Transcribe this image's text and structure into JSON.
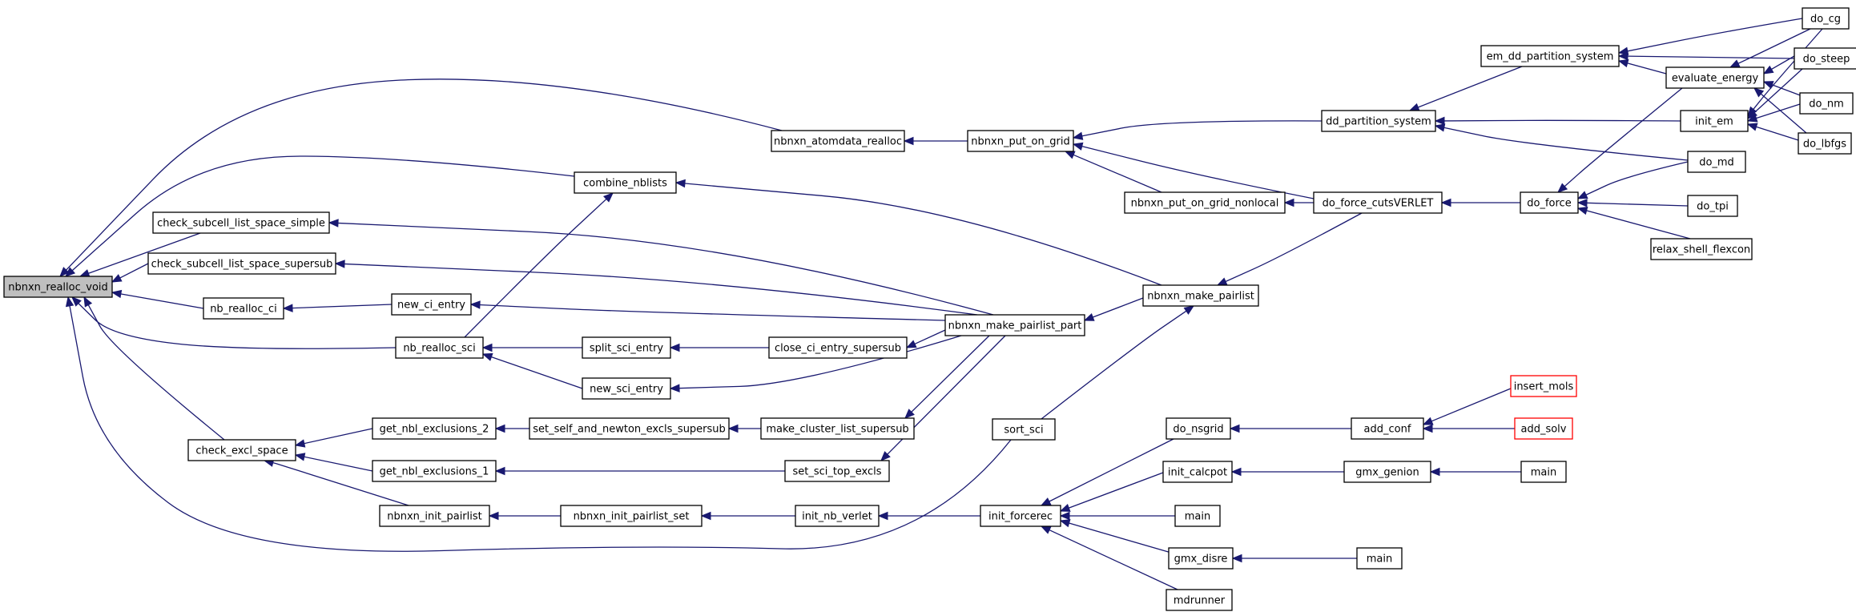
{
  "graph": {
    "nodes": [
      {
        "id": "nbnxn_realloc_void",
        "label": "nbnxn_realloc_void",
        "highlight": true
      },
      {
        "id": "nbnxn_atomdata_realloc",
        "label": "nbnxn_atomdata_realloc"
      },
      {
        "id": "combine_nblists",
        "label": "combine_nblists"
      },
      {
        "id": "check_subcell_list_space_simple",
        "label": "check_subcell_list_space_simple"
      },
      {
        "id": "check_subcell_list_space_supersub",
        "label": "check_subcell_list_space_supersub"
      },
      {
        "id": "nb_realloc_ci",
        "label": "nb_realloc_ci"
      },
      {
        "id": "nb_realloc_sci",
        "label": "nb_realloc_sci"
      },
      {
        "id": "check_excl_space",
        "label": "check_excl_space"
      },
      {
        "id": "new_ci_entry",
        "label": "new_ci_entry"
      },
      {
        "id": "split_sci_entry",
        "label": "split_sci_entry"
      },
      {
        "id": "new_sci_entry",
        "label": "new_sci_entry"
      },
      {
        "id": "close_ci_entry_supersub",
        "label": "close_ci_entry_supersub"
      },
      {
        "id": "get_nbl_exclusions_2",
        "label": "get_nbl_exclusions_2"
      },
      {
        "id": "get_nbl_exclusions_1",
        "label": "get_nbl_exclusions_1"
      },
      {
        "id": "nbnxn_init_pairlist",
        "label": "nbnxn_init_pairlist"
      },
      {
        "id": "set_self_and_newton_excls_supersub",
        "label": "set_self_and_newton_excls_supersub"
      },
      {
        "id": "make_cluster_list_supersub",
        "label": "make_cluster_list_supersub"
      },
      {
        "id": "set_sci_top_excls",
        "label": "set_sci_top_excls"
      },
      {
        "id": "nbnxn_init_pairlist_set",
        "label": "nbnxn_init_pairlist_set"
      },
      {
        "id": "init_nb_verlet",
        "label": "init_nb_verlet"
      },
      {
        "id": "nbnxn_make_pairlist_part",
        "label": "nbnxn_make_pairlist_part"
      },
      {
        "id": "nbnxn_put_on_grid",
        "label": "nbnxn_put_on_grid"
      },
      {
        "id": "nbnxn_put_on_grid_nonlocal",
        "label": "nbnxn_put_on_grid_nonlocal"
      },
      {
        "id": "nbnxn_make_pairlist",
        "label": "nbnxn_make_pairlist"
      },
      {
        "id": "sort_sci",
        "label": "sort_sci"
      },
      {
        "id": "init_forcerec",
        "label": "init_forcerec"
      },
      {
        "id": "dd_partition_system",
        "label": "dd_partition_system"
      },
      {
        "id": "do_force_cutsVERLET",
        "label": "do_force_cutsVERLET"
      },
      {
        "id": "em_dd_partition_system",
        "label": "em_dd_partition_system"
      },
      {
        "id": "do_force",
        "label": "do_force"
      },
      {
        "id": "evaluate_energy",
        "label": "evaluate_energy"
      },
      {
        "id": "init_em",
        "label": "init_em"
      },
      {
        "id": "do_md",
        "label": "do_md"
      },
      {
        "id": "do_tpi",
        "label": "do_tpi"
      },
      {
        "id": "relax_shell_flexcon",
        "label": "relax_shell_flexcon"
      },
      {
        "id": "do_cg",
        "label": "do_cg"
      },
      {
        "id": "do_steep",
        "label": "do_steep"
      },
      {
        "id": "do_nm",
        "label": "do_nm"
      },
      {
        "id": "do_lbfgs",
        "label": "do_lbfgs"
      },
      {
        "id": "do_nsgrid",
        "label": "do_nsgrid"
      },
      {
        "id": "init_calcpot",
        "label": "init_calcpot"
      },
      {
        "id": "main_a",
        "label": "main"
      },
      {
        "id": "gmx_disre",
        "label": "gmx_disre"
      },
      {
        "id": "mdrunner",
        "label": "mdrunner"
      },
      {
        "id": "add_conf",
        "label": "add_conf"
      },
      {
        "id": "gmx_genion",
        "label": "gmx_genion"
      },
      {
        "id": "main_b",
        "label": "main"
      },
      {
        "id": "main_c",
        "label": "main"
      },
      {
        "id": "insert_mols",
        "label": "insert_mols",
        "truncated": true
      },
      {
        "id": "add_solv",
        "label": "add_solv",
        "truncated": true
      }
    ],
    "edges": [
      {
        "from": "nbnxn_atomdata_realloc",
        "to": "nbnxn_realloc_void"
      },
      {
        "from": "combine_nblists",
        "to": "nbnxn_realloc_void"
      },
      {
        "from": "check_subcell_list_space_simple",
        "to": "nbnxn_realloc_void"
      },
      {
        "from": "check_subcell_list_space_supersub",
        "to": "nbnxn_realloc_void"
      },
      {
        "from": "nb_realloc_ci",
        "to": "nbnxn_realloc_void"
      },
      {
        "from": "nb_realloc_sci",
        "to": "nbnxn_realloc_void"
      },
      {
        "from": "check_excl_space",
        "to": "nbnxn_realloc_void"
      },
      {
        "from": "sort_sci",
        "to": "nbnxn_realloc_void"
      },
      {
        "from": "nbnxn_put_on_grid",
        "to": "nbnxn_atomdata_realloc"
      },
      {
        "from": "nbnxn_make_pairlist",
        "to": "combine_nblists"
      },
      {
        "from": "nbnxn_make_pairlist_part",
        "to": "check_subcell_list_space_simple"
      },
      {
        "from": "nbnxn_make_pairlist_part",
        "to": "check_subcell_list_space_supersub"
      },
      {
        "from": "new_ci_entry",
        "to": "nb_realloc_ci"
      },
      {
        "from": "nbnxn_make_pairlist_part",
        "to": "new_ci_entry"
      },
      {
        "from": "split_sci_entry",
        "to": "nb_realloc_sci"
      },
      {
        "from": "new_sci_entry",
        "to": "nb_realloc_sci"
      },
      {
        "from": "nb_realloc_sci",
        "to": "combine_nblists"
      },
      {
        "from": "close_ci_entry_supersub",
        "to": "split_sci_entry"
      },
      {
        "from": "nbnxn_make_pairlist_part",
        "to": "close_ci_entry_supersub"
      },
      {
        "from": "nbnxn_make_pairlist_part",
        "to": "new_sci_entry"
      },
      {
        "from": "get_nbl_exclusions_2",
        "to": "check_excl_space"
      },
      {
        "from": "get_nbl_exclusions_1",
        "to": "check_excl_space"
      },
      {
        "from": "nbnxn_init_pairlist",
        "to": "check_excl_space"
      },
      {
        "from": "set_self_and_newton_excls_supersub",
        "to": "get_nbl_exclusions_2"
      },
      {
        "from": "make_cluster_list_supersub",
        "to": "set_self_and_newton_excls_supersub"
      },
      {
        "from": "nbnxn_make_pairlist_part",
        "to": "make_cluster_list_supersub"
      },
      {
        "from": "set_sci_top_excls",
        "to": "get_nbl_exclusions_1"
      },
      {
        "from": "nbnxn_make_pairlist_part",
        "to": "set_sci_top_excls"
      },
      {
        "from": "nbnxn_init_pairlist_set",
        "to": "nbnxn_init_pairlist"
      },
      {
        "from": "init_nb_verlet",
        "to": "nbnxn_init_pairlist_set"
      },
      {
        "from": "init_forcerec",
        "to": "init_nb_verlet"
      },
      {
        "from": "nbnxn_make_pairlist",
        "to": "nbnxn_make_pairlist_part"
      },
      {
        "from": "dd_partition_system",
        "to": "nbnxn_put_on_grid"
      },
      {
        "from": "do_force_cutsVERLET",
        "to": "nbnxn_put_on_grid"
      },
      {
        "from": "nbnxn_put_on_grid_nonlocal",
        "to": "nbnxn_put_on_grid"
      },
      {
        "from": "do_force_cutsVERLET",
        "to": "nbnxn_put_on_grid_nonlocal"
      },
      {
        "from": "do_force_cutsVERLET",
        "to": "nbnxn_make_pairlist"
      },
      {
        "from": "sort_sci",
        "to": "nbnxn_make_pairlist"
      },
      {
        "from": "do_force",
        "to": "do_force_cutsVERLET"
      },
      {
        "from": "em_dd_partition_system",
        "to": "dd_partition_system"
      },
      {
        "from": "init_em",
        "to": "dd_partition_system"
      },
      {
        "from": "do_md",
        "to": "dd_partition_system"
      },
      {
        "from": "do_cg",
        "to": "em_dd_partition_system"
      },
      {
        "from": "do_steep",
        "to": "em_dd_partition_system"
      },
      {
        "from": "evaluate_energy",
        "to": "em_dd_partition_system"
      },
      {
        "from": "evaluate_energy",
        "to": "do_force"
      },
      {
        "from": "do_md",
        "to": "do_force"
      },
      {
        "from": "do_tpi",
        "to": "do_force"
      },
      {
        "from": "relax_shell_flexcon",
        "to": "do_force"
      },
      {
        "from": "do_cg",
        "to": "evaluate_energy"
      },
      {
        "from": "do_steep",
        "to": "evaluate_energy"
      },
      {
        "from": "do_nm",
        "to": "evaluate_energy"
      },
      {
        "from": "do_lbfgs",
        "to": "evaluate_energy"
      },
      {
        "from": "do_cg",
        "to": "init_em"
      },
      {
        "from": "do_steep",
        "to": "init_em"
      },
      {
        "from": "do_nm",
        "to": "init_em"
      },
      {
        "from": "do_lbfgs",
        "to": "init_em"
      },
      {
        "from": "do_nsgrid",
        "to": "init_forcerec"
      },
      {
        "from": "init_calcpot",
        "to": "init_forcerec"
      },
      {
        "from": "main_a",
        "to": "init_forcerec"
      },
      {
        "from": "gmx_disre",
        "to": "init_forcerec"
      },
      {
        "from": "mdrunner",
        "to": "init_forcerec"
      },
      {
        "from": "add_conf",
        "to": "do_nsgrid"
      },
      {
        "from": "insert_mols",
        "to": "add_conf"
      },
      {
        "from": "add_solv",
        "to": "add_conf"
      },
      {
        "from": "gmx_genion",
        "to": "init_calcpot"
      },
      {
        "from": "main_b",
        "to": "gmx_genion"
      },
      {
        "from": "main_c",
        "to": "gmx_disre"
      }
    ]
  }
}
